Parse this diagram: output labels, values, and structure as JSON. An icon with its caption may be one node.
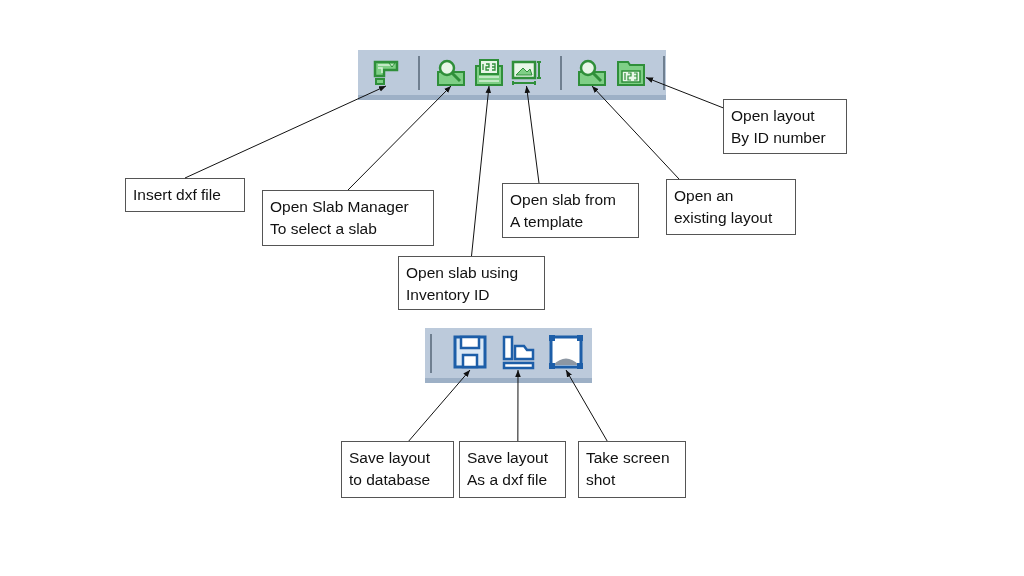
{
  "diagram": {
    "nodes": [
      {
        "text": [],
        "shape": "picture"
      },
      {
        "text": [],
        "shape": "picture",
        "in": 0
      },
      {
        "text": [],
        "shape": "picture",
        "in": 0
      },
      {
        "text": [],
        "shape": "picture",
        "in": 0
      },
      {
        "text": [],
        "shape": "picture",
        "in": 0
      },
      {
        "text": [],
        "shape": "picture",
        "in": 0
      },
      {
        "text": [],
        "shape": "picture",
        "in": 0
      },
      {
        "text": [
          "Open layout By ID number"
        ]
      },
      {
        "text": [
          "Insert dxf file"
        ]
      },
      {
        "text": [
          "Open Slab Manager To select a slab"
        ]
      },
      {
        "text": [
          "Open slab from A template"
        ]
      },
      {
        "text": [
          "Open an existing layout"
        ]
      },
      {
        "text": [
          "Open slab using Inventory ID"
        ]
      },
      {
        "text": [],
        "shape": "picture"
      },
      {
        "text": [],
        "shape": "picture",
        "in": 13
      },
      {
        "text": [],
        "shape": "picture",
        "in": 13
      },
      {
        "text": [],
        "shape": "picture",
        "in": 13
      },
      {
        "text": [
          "Save layout to database"
        ]
      },
      {
        "text": [
          "Save layout As a dxf file"
        ]
      },
      {
        "text": [
          "Take screen shot"
        ]
      }
    ],
    "edges": [
      {
        "from": 8,
        "to": 1,
        "arrow": "to"
      },
      {
        "from": 9,
        "to": 2,
        "arrow": "to"
      },
      {
        "from": 12,
        "to": 3,
        "arrow": "to"
      },
      {
        "from": 10,
        "to": 4,
        "arrow": "to"
      },
      {
        "from": 11,
        "to": 5,
        "arrow": "to"
      },
      {
        "from": 7,
        "to": 6,
        "arrow": "to"
      },
      {
        "from": 17,
        "to": 14,
        "arrow": "to"
      },
      {
        "from": 18,
        "to": 15,
        "arrow": "to"
      },
      {
        "from": 19,
        "to": 16,
        "arrow": "to"
      }
    ]
  }
}
